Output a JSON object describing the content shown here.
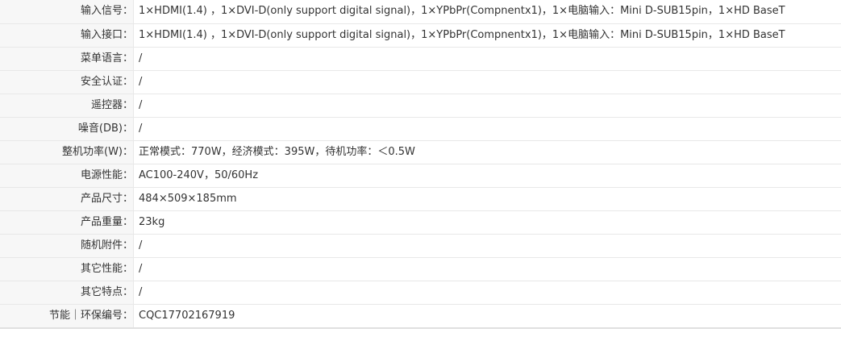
{
  "specs": {
    "rows": [
      {
        "label": "输入信号：",
        "value": "1×HDMI(1.4) ，1×DVI-D(only support digital signal)，1×YPbPr(Compnentx1)，1×电脑输入：Mini D-SUB15pin，1×HD BaseT"
      },
      {
        "label": "输入接口：",
        "value": "1×HDMI(1.4) ，1×DVI-D(only support digital signal)，1×YPbPr(Compnentx1)，1×电脑输入：Mini D-SUB15pin，1×HD BaseT"
      },
      {
        "label": "菜单语言：",
        "value": "/"
      },
      {
        "label": "安全认证：",
        "value": "/"
      },
      {
        "label": "遥控器：",
        "value": "/"
      },
      {
        "label": "噪音(DB)：",
        "value": "/"
      },
      {
        "label": "整机功率(W)：",
        "value": "正常模式：770W，经济模式：395W，待机功率：＜0.5W"
      },
      {
        "label": "电源性能：",
        "value": "AC100-240V，50/60Hz"
      },
      {
        "label": "产品尺寸：",
        "value": "484×509×185mm"
      },
      {
        "label": "产品重量：",
        "value": "23kg"
      },
      {
        "label": "随机附件：",
        "value": "/"
      },
      {
        "label": "其它性能：",
        "value": "/"
      },
      {
        "label": "其它特点：",
        "value": "/"
      },
      {
        "label": "节能｜环保编号：",
        "value": "CQC17702167919"
      }
    ]
  }
}
